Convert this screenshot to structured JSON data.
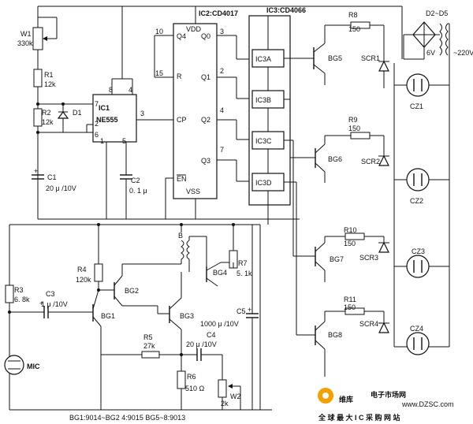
{
  "ic1": {
    "name": "IC1",
    "type": "NE555",
    "pins": [
      "8",
      "4",
      "7",
      "2",
      "6",
      "3",
      "1",
      "5"
    ]
  },
  "ic2": {
    "title": "IC2:CD4017",
    "vdd": "VDD",
    "vss": "VSS",
    "en": "EN",
    "cp": "CP",
    "r": "R",
    "q4": "Q4",
    "outputs": [
      "Q0",
      "Q1",
      "Q2",
      "Q3"
    ],
    "pins": [
      "10",
      "15",
      "3",
      "2",
      "4",
      "7"
    ]
  },
  "ic3": {
    "title": "IC3:CD4066",
    "switches": [
      "IC3A",
      "IC3B",
      "IC3C",
      "IC3D"
    ]
  },
  "rectifier": {
    "label": "D2~D5",
    "voltage": "6V",
    "mains": "~220V"
  },
  "components": {
    "w1": "W1",
    "w1_val": "330k",
    "r1": "R1",
    "r1_val": "12k",
    "r2": "R2",
    "r2_val": "12k",
    "d1": "D1",
    "c1": "C1",
    "c1_val": "20 μ /10V",
    "c2": "C2",
    "c2_val": "0. 1 μ",
    "r3": "R3",
    "r3_val": "6. 8k",
    "c3": "C3",
    "c3_val": "1 μ /10V",
    "r4": "R4",
    "r4_val": "120k",
    "r5": "R5",
    "r5_val": "27k",
    "r6": "R6",
    "r6_val": "510 Ω",
    "r7": "R7",
    "r7_val": "5. 1k",
    "c4": "C4",
    "c4_val": "20 μ /10V",
    "c5": "C5",
    "c5_val": "1000 μ /10V",
    "w2": "W2",
    "w2_val": "2k",
    "b": "B",
    "mic": "MIC",
    "r8": "R8",
    "r9": "R9",
    "r10": "R10",
    "r11": "R11",
    "r_val": "150",
    "bg1": "BG1",
    "bg2": "BG2",
    "bg3": "BG3",
    "bg4": "BG4",
    "bg5": "BG5",
    "bg6": "BG6",
    "bg7": "BG7",
    "bg8": "BG8",
    "scr1": "SCR1",
    "scr2": "SCR2",
    "scr3": "SCR3",
    "scr4": "SCR4",
    "cz1": "CZ1",
    "cz2": "CZ2",
    "cz3": "CZ3",
    "cz4": "CZ4"
  },
  "footnote": "BG1:9014~BG2 4:9015   BG5~8:9013",
  "watermark": {
    "logo": "维库",
    "brand": "电子市场网",
    "url": "www.DZSC.com",
    "tagline": "全 球 最 大 I C 采 购 网 站"
  }
}
